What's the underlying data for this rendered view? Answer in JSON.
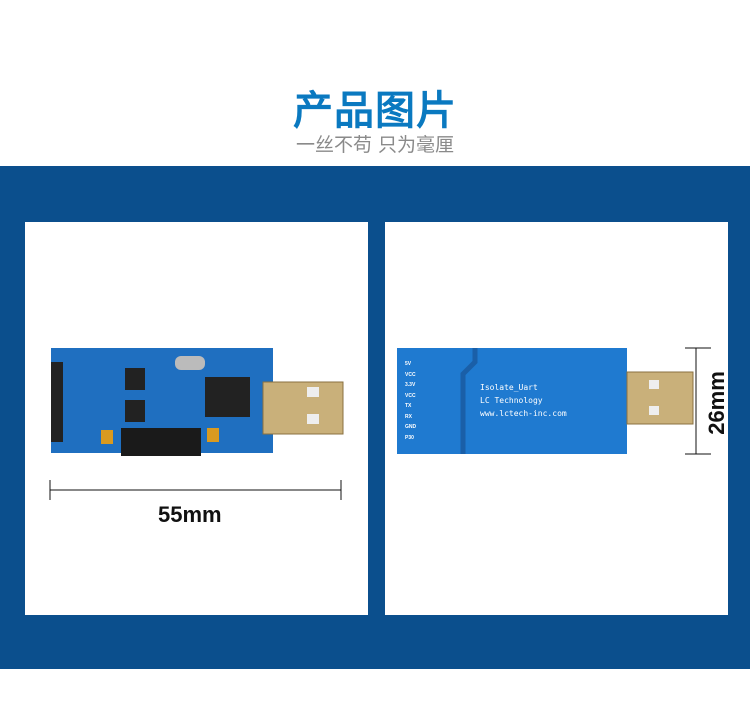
{
  "header": {
    "title": "产品图片",
    "subtitle": "一丝不苟 只为毫厘"
  },
  "front": {
    "dimension": "55mm"
  },
  "back": {
    "dimension": "26mm",
    "silk": [
      "Isolate_Uart",
      "LC Technology",
      "www.lctech-inc.com"
    ],
    "pins": [
      "5V",
      "VCC",
      "3.3V",
      "VCC",
      "TX",
      "RX",
      "GND",
      "P30"
    ]
  },
  "colors": {
    "accent": "#0a79c0",
    "band": "#0b4f8d",
    "pcb": "#1f77c8"
  }
}
